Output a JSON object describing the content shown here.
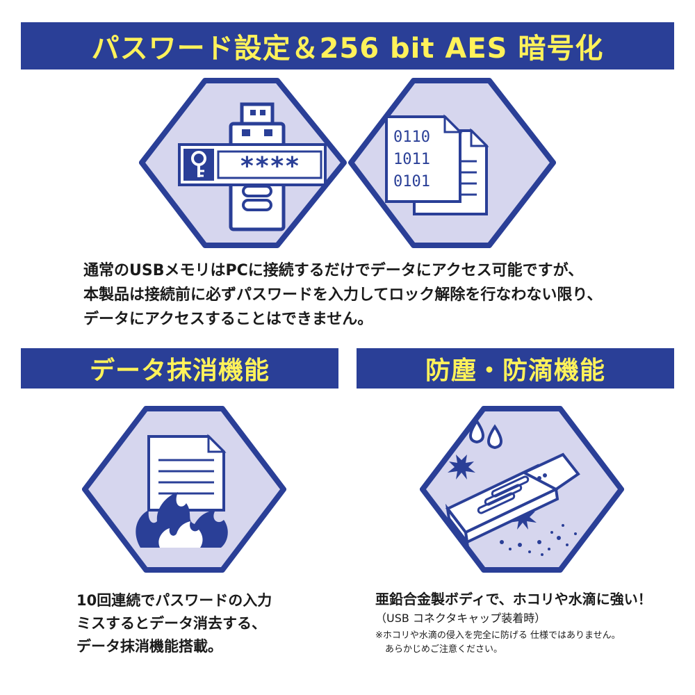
{
  "banners": {
    "top": "パスワード設定＆256 bit AES 暗号化",
    "erase": "データ抹消機能",
    "dust": "防塵・防滴機能"
  },
  "illustrations": {
    "password_field": "****",
    "binary_lines": [
      "0110",
      "1011",
      "0101"
    ]
  },
  "descriptions": {
    "top": [
      "通常のUSBメモリはPCに接続するだけでデータにアクセス可能ですが、",
      "本製品は接続前に必ずパスワードを入力してロック解除を行なわない限り、",
      "データにアクセスすることはできません。"
    ],
    "erase": [
      "10回連続でパスワードの入力",
      "ミスするとデータ消去する、",
      "データ抹消機能搭載。"
    ],
    "dust_main": "亜鉛合金製ボディで、ホコリや水滴に強い！",
    "dust_sub": "（USB コネクタキャップ装着時）",
    "dust_note": [
      "※ホコリや水滴の侵入を完全に防げる 仕様ではありません。",
      "あらかじめご注意ください。"
    ]
  },
  "colors": {
    "navy": "#2a3f97",
    "yellow": "#fff25a",
    "lavender": "#d6d6ee",
    "white": "#ffffff"
  },
  "icons": [
    "usb-lock-icon",
    "key-icon",
    "encrypted-document-icon",
    "burning-document-icon",
    "water-drop-icon",
    "usb-stick-icon"
  ]
}
